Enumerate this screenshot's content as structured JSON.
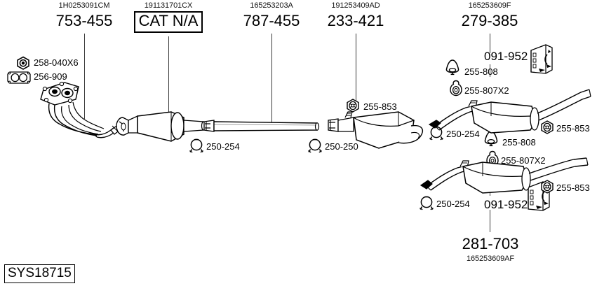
{
  "diagram": {
    "system_code": "SYS18715",
    "type": "exhaust-system-parts-diagram"
  },
  "top_labels": [
    {
      "oem": "1H0253091CM",
      "ref": "753-455",
      "boxed": false
    },
    {
      "oem": "191131701CX",
      "ref": "CAT N/A",
      "boxed": true
    },
    {
      "oem": "165253203A",
      "ref": "787-455",
      "boxed": false
    },
    {
      "oem": "191253409AD",
      "ref": "233-421",
      "boxed": false
    },
    {
      "oem": "165253609F",
      "ref": "279-385",
      "boxed": false
    }
  ],
  "bottom_label": {
    "ref": "281-703",
    "oem": "165253609AF"
  },
  "part_callouts": [
    {
      "id": "nut",
      "label": "258-040X6"
    },
    {
      "id": "gasket",
      "label": "256-909"
    },
    {
      "id": "clamp-front",
      "label": "250-254"
    },
    {
      "id": "clamp-center",
      "label": "250-250"
    },
    {
      "id": "hanger-mid",
      "label": "255-853"
    },
    {
      "id": "mount-upper",
      "label": "255-808"
    },
    {
      "id": "bush-upper",
      "label": "255-807X2"
    },
    {
      "id": "bracket-upper",
      "label": "091-952"
    },
    {
      "id": "clamp-upper",
      "label": "250-254"
    },
    {
      "id": "mount-lower",
      "label": "255-808"
    },
    {
      "id": "bush-lower",
      "label": "255-807X2"
    },
    {
      "id": "hanger-upper",
      "label": "255-853"
    },
    {
      "id": "clamp-lower",
      "label": "250-254"
    },
    {
      "id": "bracket-lower",
      "label": "091-952"
    },
    {
      "id": "hanger-lower",
      "label": "255-853"
    }
  ],
  "colors": {
    "ink": "#000000",
    "background": "#ffffff",
    "leader": "#3a3a3a"
  }
}
